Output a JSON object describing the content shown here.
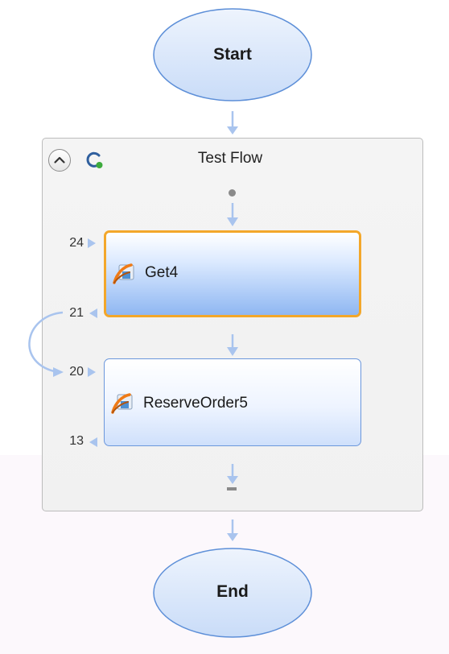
{
  "start_node": {
    "label": "Start"
  },
  "end_node": {
    "label": "End"
  },
  "flow_group": {
    "title": "Test Flow",
    "collapse_icon": "chevron-up-icon",
    "status_icon": "refresh-status-icon"
  },
  "steps": [
    {
      "label": "Get4",
      "icon": "service-call-icon",
      "selected": true,
      "in_port": "24",
      "out_port": "21"
    },
    {
      "label": "ReserveOrder5",
      "icon": "service-call-icon",
      "selected": false,
      "in_port": "20",
      "out_port": "13"
    }
  ],
  "colors": {
    "node_fill": "#d6e6fb",
    "node_stroke": "#5d8fd8",
    "arrow": "#a9c4ee",
    "selected_border": "#f3a72a",
    "step_border": "#6b97dc",
    "group_border": "#bcbcbc"
  }
}
